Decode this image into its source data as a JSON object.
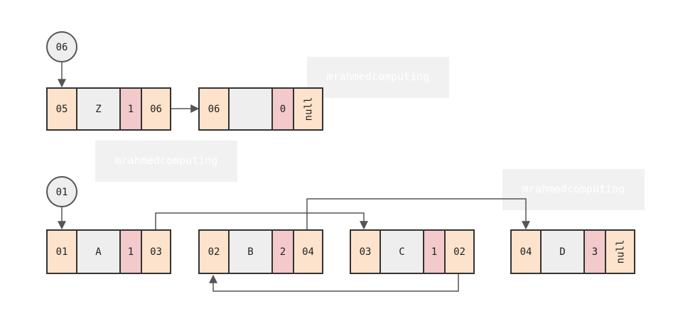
{
  "colors": {
    "pointer_cell": "#fde3cc",
    "data_cell": "#eeeeee",
    "count_cell": "#f3c9cc",
    "border": "#333333",
    "line": "#555555",
    "head_circle": "#eeeeee",
    "watermark_bg": "#f1f1f1"
  },
  "watermark": "mrahmedcomputing",
  "lists": [
    {
      "head": "06",
      "nodes": [
        {
          "address": "05",
          "data": "Z",
          "count": "1",
          "next": "06"
        },
        {
          "address": "06",
          "data": "",
          "count": "0",
          "next": "null"
        }
      ]
    },
    {
      "head": "01",
      "nodes": [
        {
          "address": "01",
          "data": "A",
          "count": "1",
          "next": "03"
        },
        {
          "address": "02",
          "data": "B",
          "count": "2",
          "next": "04"
        },
        {
          "address": "03",
          "data": "C",
          "count": "1",
          "next": "02"
        },
        {
          "address": "04",
          "data": "D",
          "count": "3",
          "next": "null"
        }
      ]
    }
  ]
}
